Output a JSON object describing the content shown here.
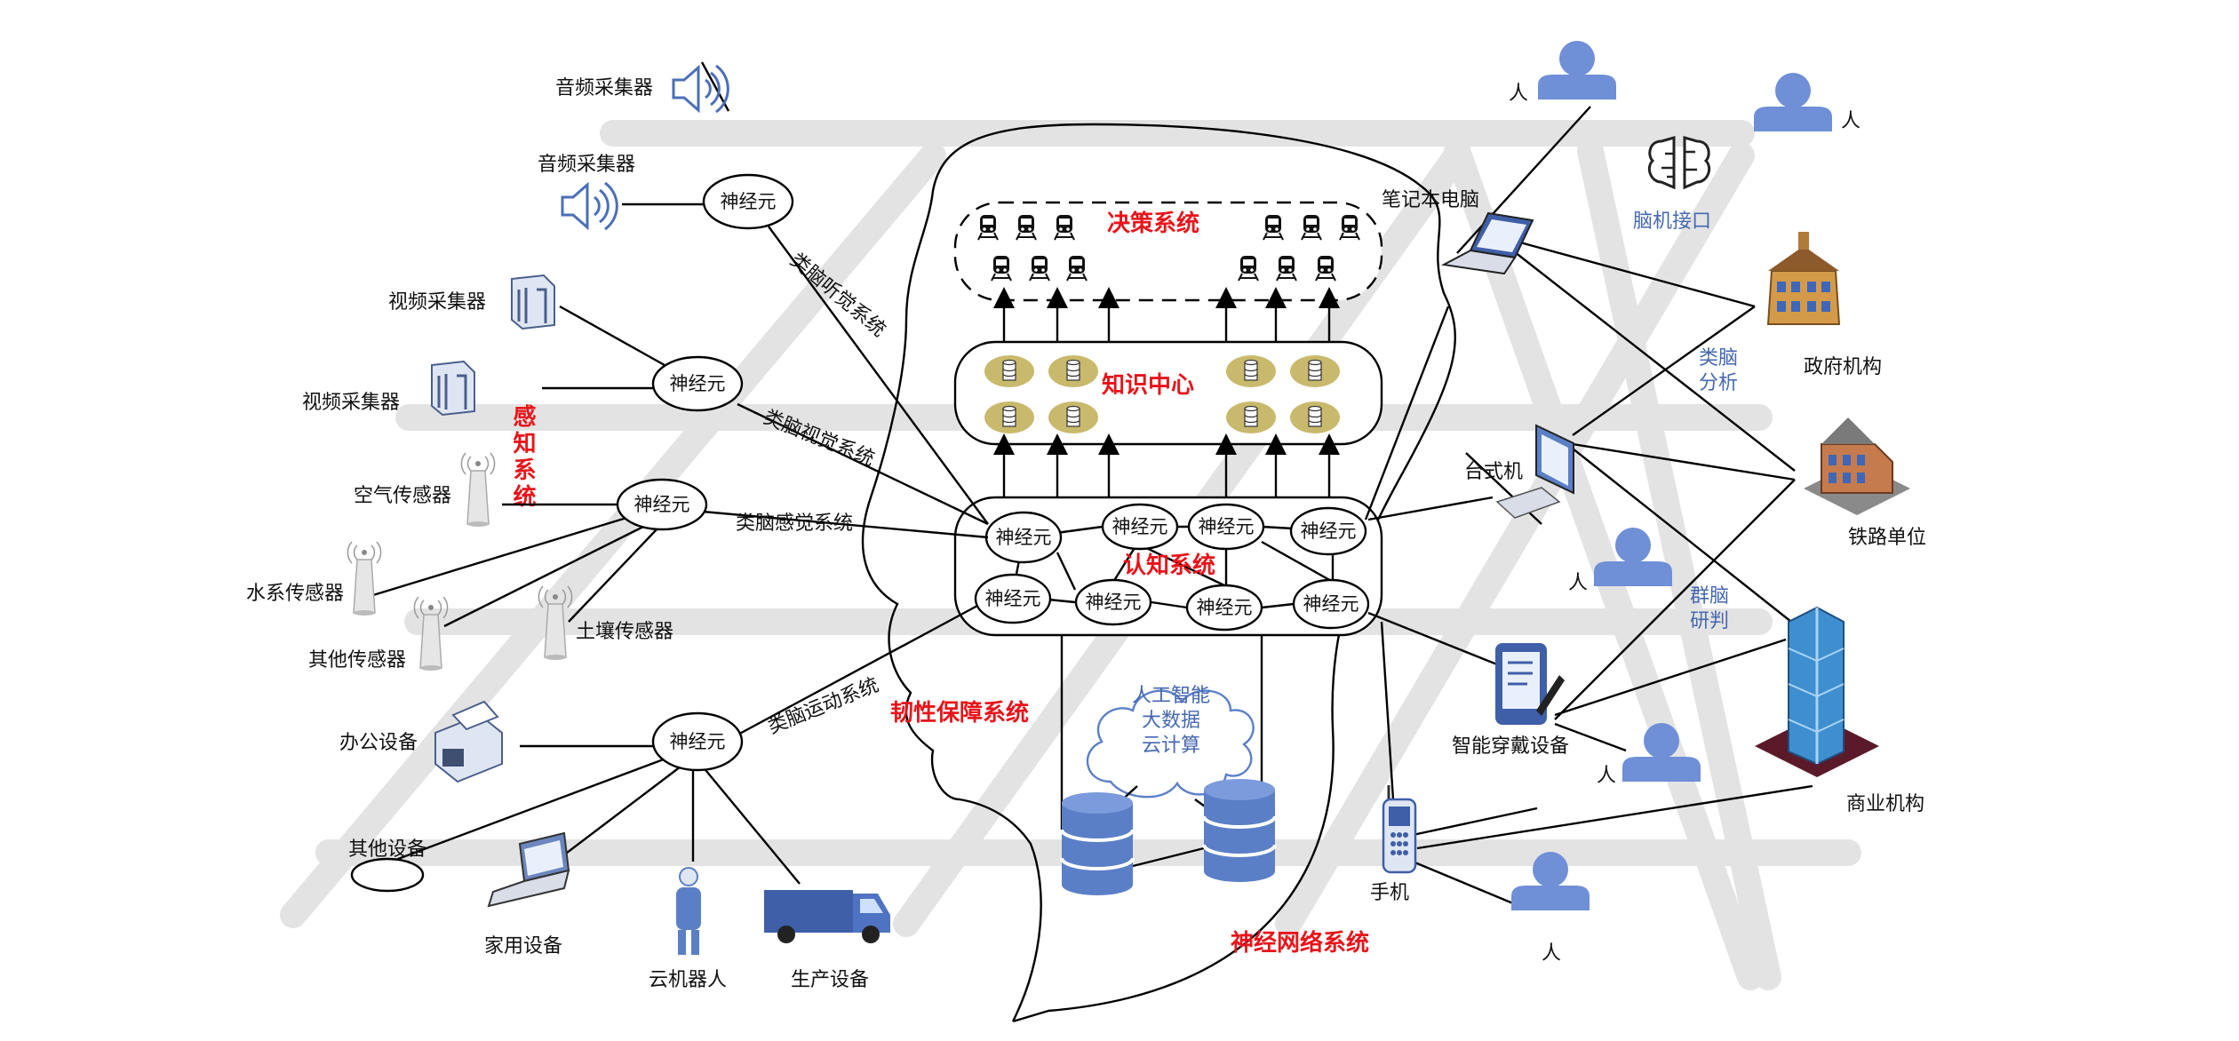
{
  "colors": {
    "accent_red": "#e8141a",
    "person_blue": "#6f8fd6",
    "label_blue": "#4668b0",
    "road_gray": "#e3e3e3"
  },
  "systems": {
    "decision": "决策系统",
    "knowledge": "知识中心",
    "cognition": "认知系统",
    "perception": "感知系统",
    "resilience": "韧性保障系统",
    "neural_network": "神经网络系统"
  },
  "pathways": {
    "auditory": "类脑听觉系统",
    "visual": "类脑视觉系统",
    "sensory": "类脑感觉系统",
    "motor": "类脑运动系统"
  },
  "neuron_label": "神经元",
  "cloud_lines": [
    "人工智能",
    "大数据",
    "云计算"
  ],
  "left_devices": {
    "audio1": "音频采集器",
    "audio2": "音频采集器",
    "video1": "视频采集器",
    "video2": "视频采集器",
    "air": "空气传感器",
    "water": "水系传感器",
    "other_sensor": "其他传感器",
    "soil": "土壤传感器",
    "office": "办公设备",
    "other_device": "其他设备",
    "home": "家用设备",
    "robot": "云机器人",
    "production": "生产设备"
  },
  "right_devices": {
    "laptop": "笔记本电脑",
    "bci": "脑机接口",
    "gov": "政府机构",
    "rail": "铁路单位",
    "desktop": "台式机",
    "wearable": "智能穿戴设备",
    "commerce": "商业机构",
    "phone": "手机",
    "person": "人",
    "brain_analysis": [
      "类脑",
      "分析"
    ],
    "group_judgement": [
      "群脑",
      "研判"
    ]
  },
  "icons": [
    "speaker-icon",
    "camera-icon",
    "sensor-tower-icon",
    "printer-icon",
    "laptop-icon",
    "robot-icon",
    "truck-icon",
    "train-icon",
    "database-icon",
    "person-icon",
    "brain-chip-icon",
    "building-icon",
    "desktop-icon",
    "tablet-icon",
    "phone-icon",
    "cloud-icon"
  ]
}
